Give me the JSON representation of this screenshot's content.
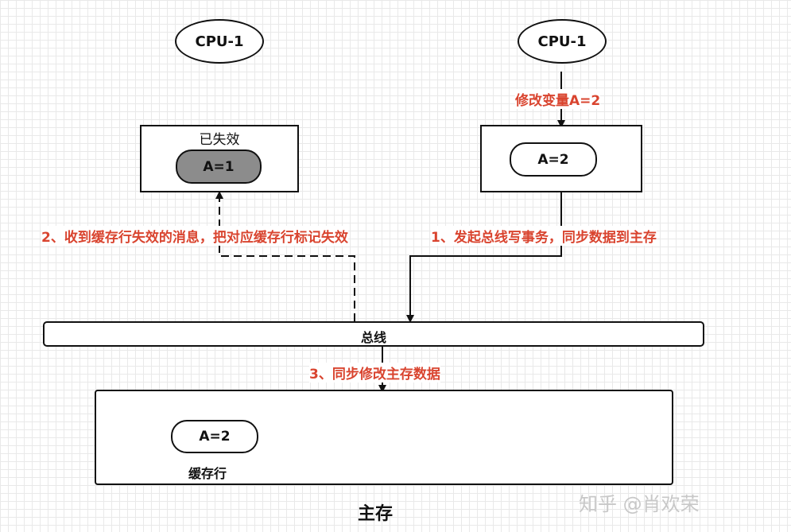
{
  "cpu_left": {
    "label": "CPU-1"
  },
  "cpu_right": {
    "label": "CPU-1"
  },
  "cache_left": {
    "status": "已失效",
    "value": "A=1"
  },
  "cache_right": {
    "value": "A=2"
  },
  "annotations": {
    "modify": "修改变量A=2",
    "step1": "1、发起总线写事务，同步数据到主存",
    "step2": "2、收到缓存行失效的消息，把对应缓存行标记失效",
    "step3": "3、同步修改主存数据"
  },
  "bus": {
    "label": "总线"
  },
  "main_memory": {
    "value": "A=2",
    "cache_line_label": "缓存行",
    "title": "主存"
  },
  "watermark": "知乎 @肖欢荣",
  "colors": {
    "annotation": "#d9442f",
    "invalid_fill": "#8c8c8c",
    "line": "#111111"
  }
}
